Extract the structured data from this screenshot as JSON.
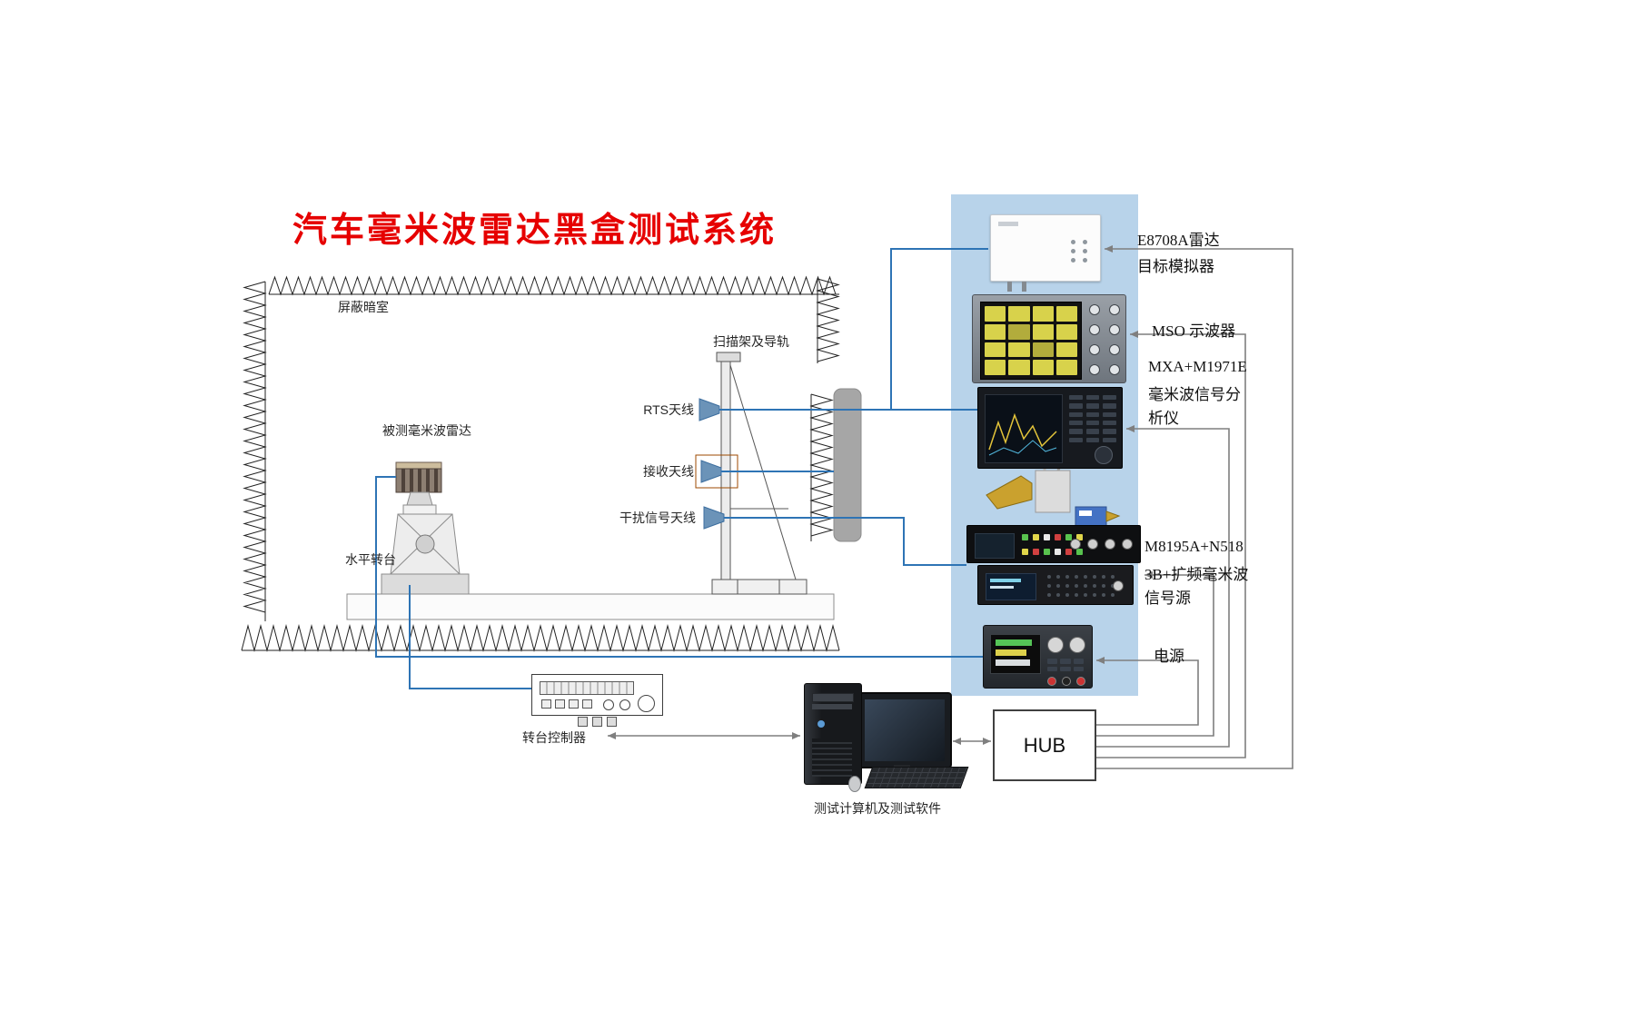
{
  "title": "汽车毫米波雷达黑盒测试系统",
  "chamber": {
    "room_label": "屏蔽暗室",
    "scanner_label": "扫描架及导轨",
    "radar_label": "被测毫米波雷达",
    "turntable_label": "水平转台",
    "antennas": {
      "rts": "RTS天线",
      "receive": "接收天线",
      "interference": "干扰信号天线"
    }
  },
  "control_area": {
    "controller_label": "转台控制器",
    "computer_label": "测试计算机及测试软件",
    "hub_label": "HUB"
  },
  "rack_labels": {
    "simulator": [
      "E8708A雷达",
      "目标模拟器"
    ],
    "oscilloscope": "MSO 示波器",
    "analyzer": [
      "MXA+M1971E",
      "毫米波信号分",
      "析仪"
    ],
    "source": [
      "M8195A+N518",
      "3B+扩频毫米波",
      "信号源"
    ],
    "power": "电源"
  },
  "colors": {
    "title_red": "#e60000",
    "rack_blue": "#b8d3ea",
    "line_blue": "#2e74b5",
    "line_gray": "#7f7f7f",
    "panel_gray": "#a6a6a6"
  }
}
